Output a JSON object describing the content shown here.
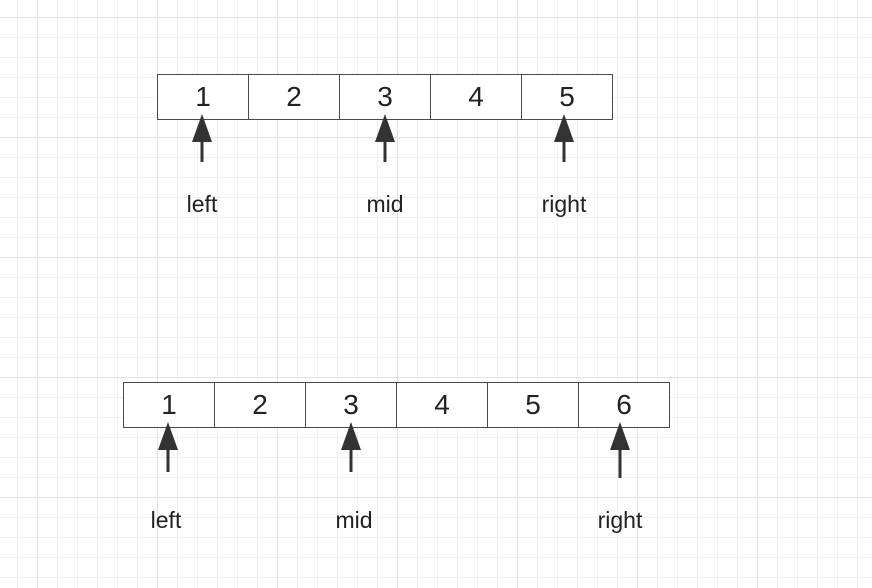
{
  "diagrams": [
    {
      "cells": [
        "1",
        "2",
        "3",
        "4",
        "5"
      ],
      "pointers": [
        {
          "label": "left",
          "cell_index": 0
        },
        {
          "label": "mid",
          "cell_index": 2
        },
        {
          "label": "right",
          "cell_index": 4
        }
      ]
    },
    {
      "cells": [
        "1",
        "2",
        "3",
        "4",
        "5",
        "6"
      ],
      "pointers": [
        {
          "label": "left",
          "cell_index": 0
        },
        {
          "label": "mid",
          "cell_index": 2
        },
        {
          "label": "right",
          "cell_index": 5
        }
      ]
    }
  ],
  "colors": {
    "line": "#333333",
    "text": "#222222",
    "grid": "#e3e3e3"
  }
}
